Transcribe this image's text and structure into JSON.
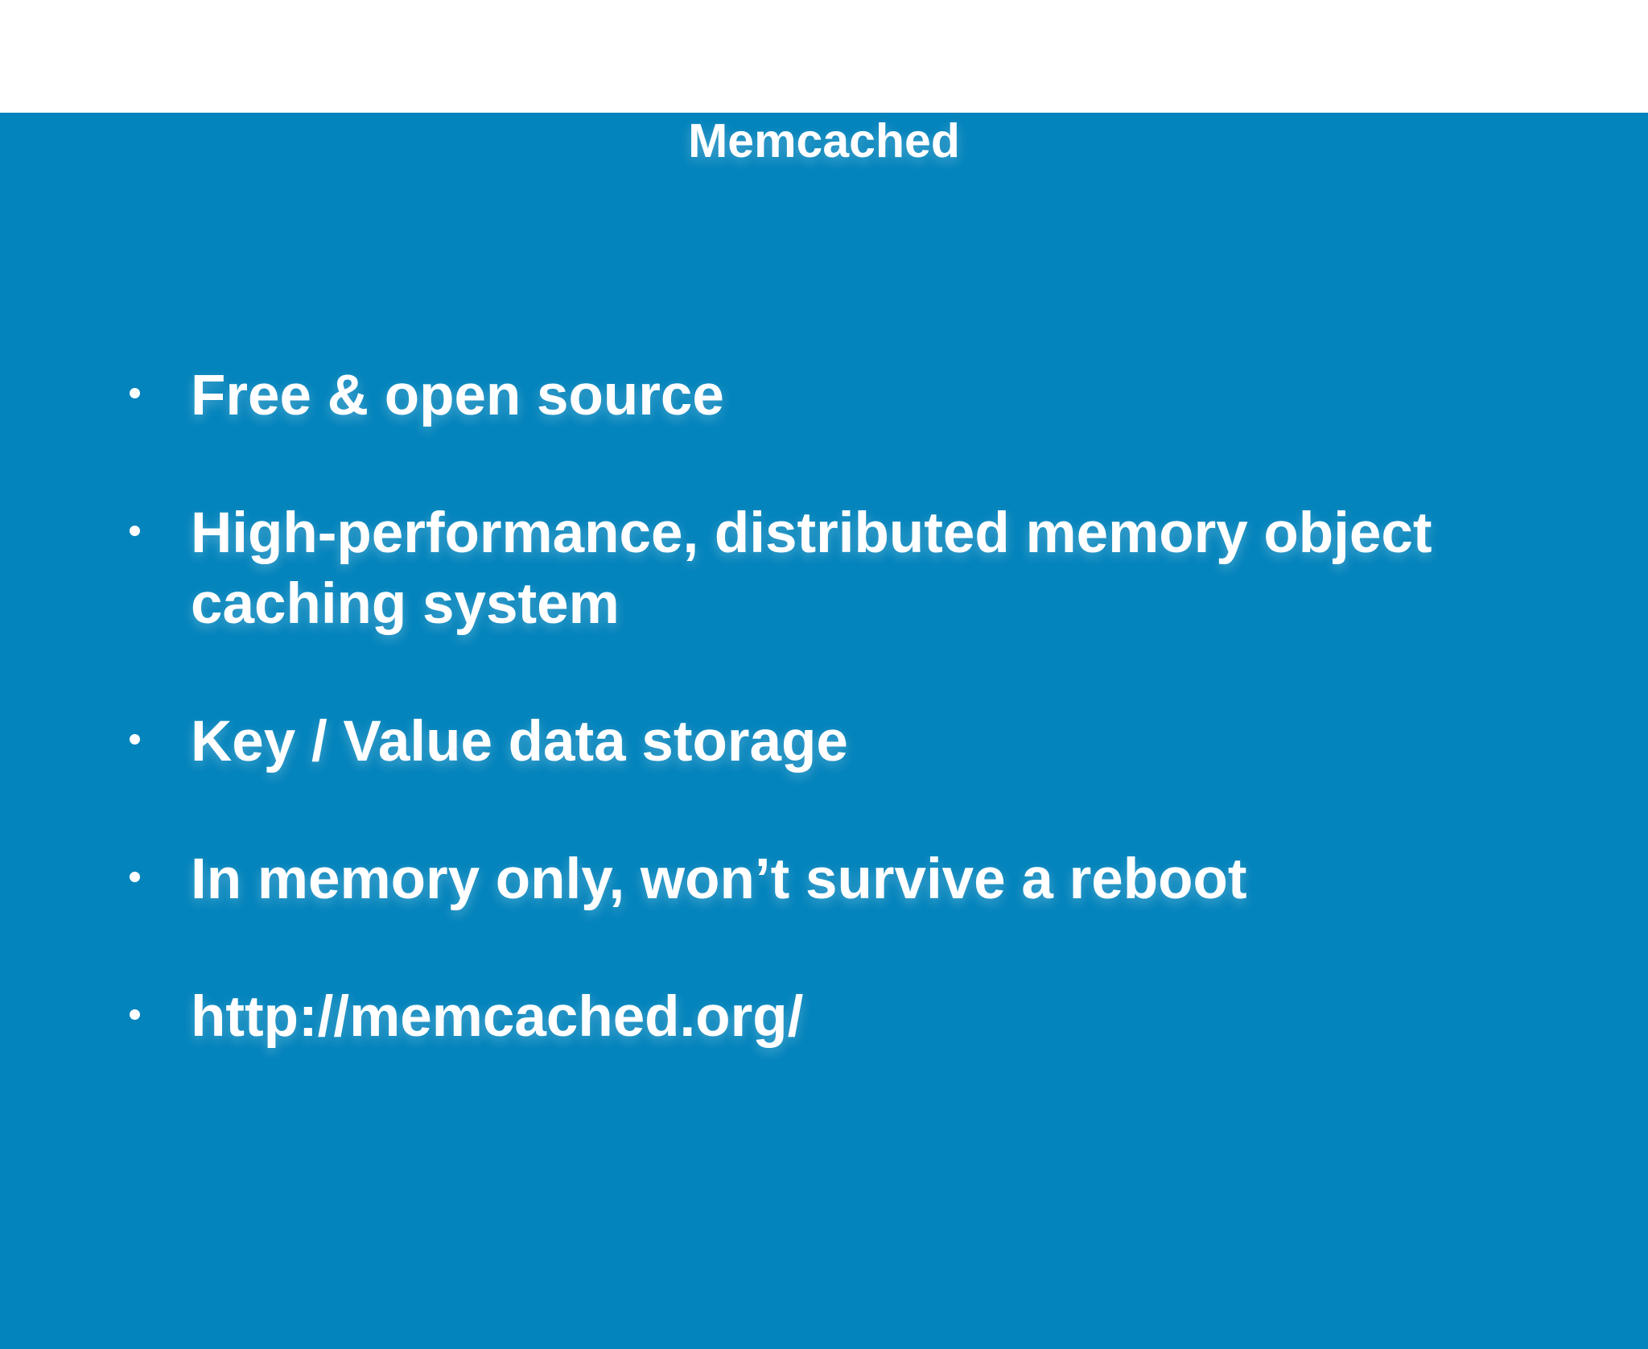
{
  "slide": {
    "colors": {
      "background": "#0484BC",
      "text": "#FFFFFF"
    },
    "title": "Memcached",
    "bullets": [
      "Free & open source",
      "High-performance, distributed memory object\ncaching system",
      "Key / Value data storage",
      "In memory only, won’t survive a reboot",
      "http://memcached.org/"
    ]
  }
}
